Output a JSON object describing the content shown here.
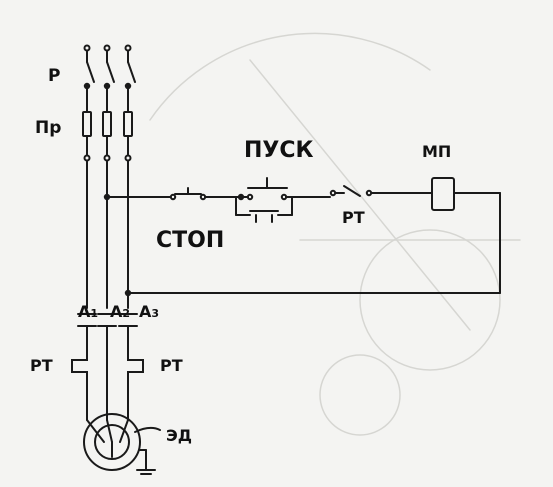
{
  "labels": {
    "switch": "Р",
    "fuses": "Пр",
    "start": "ПУСК",
    "stop": "СТОП",
    "starter": "МП",
    "relay_contact": "РТ",
    "relay_left": "РТ",
    "relay_right": "РТ",
    "motor": "ЭД",
    "phase_a1": "А",
    "phase_a1_sub": "1",
    "phase_a2": "А",
    "phase_a2_sub": "2",
    "phase_a3": "А",
    "phase_a3_sub": "3"
  },
  "colors": {
    "line": "#1a1a1a",
    "background": "#f4f4f2"
  }
}
